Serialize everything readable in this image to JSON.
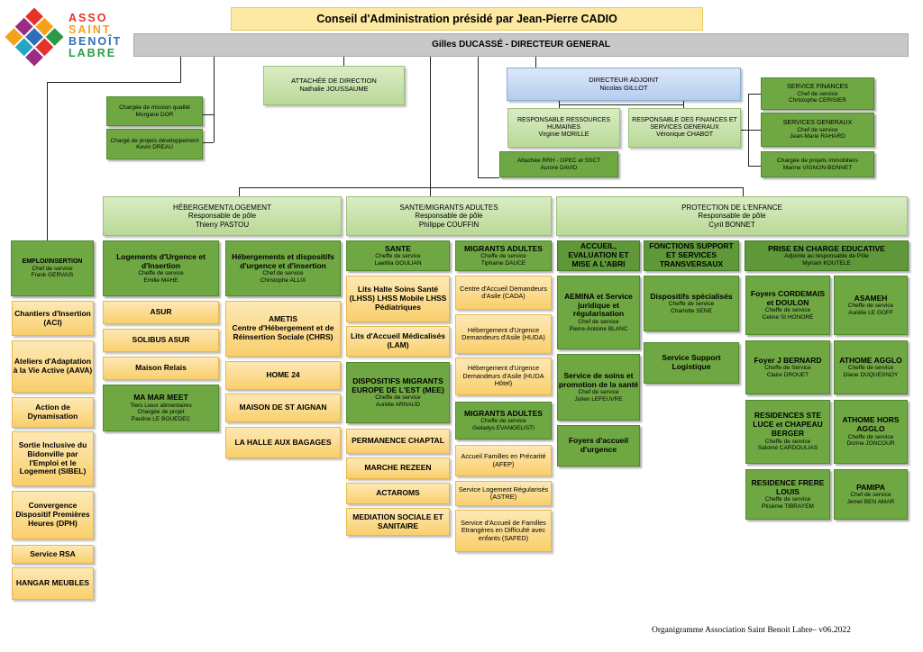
{
  "logo": {
    "line1": "ASSO",
    "line2": "SAINT",
    "line3": "BENOÎT",
    "line4": "LABRE"
  },
  "board": "Conseil d'Administration présidé par Jean-Pierre CADIO",
  "dg": "Gilles DUCASSÉ - DIRECTEUR GENERAL",
  "mission": {
    "title": "Chargée de mission qualité",
    "name": "Morgane DOR"
  },
  "projets": {
    "title": "Chargé de projets développement",
    "name": "Kevin DREAU"
  },
  "attachee": {
    "title": "ATTACHÉE DE DIRECTION",
    "name": "Nathalie JOUSSAUME"
  },
  "adjoint": {
    "title": "DIRECTEUR ADJOINT",
    "name": "Nicolas GILLOT"
  },
  "rrh": {
    "title": "RESPONSABLE RESSOURCES HUMAINES",
    "name": "Virginie MORILLE"
  },
  "rfin": {
    "title": "RESPONSABLE DES FINANCES ET SERVICES GENERAUX",
    "name": "Véronique CHABOT"
  },
  "attrh": {
    "title": "Attachée RRH - GPEC et SSCT",
    "name": "Aurore DAVID"
  },
  "sfin": {
    "title": "SERVICE FINANCES",
    "sub": "Chef de service",
    "name": "Christophe CERISIER"
  },
  "sgen": {
    "title": "SERVICES GENERAUX",
    "sub": "Chef de service",
    "name": "Jean-Marie RAHARD"
  },
  "simmo": {
    "title": "Chargée de projets immobiliers",
    "name": "Marine VIGNON-BONNET"
  },
  "pole1": {
    "title": "HÉBERGEMENT/LOGEMENT",
    "sub": "Responsable de pôle",
    "name": "Thierry PASTOU"
  },
  "pole2": {
    "title": "SANTE/MIGRANTS ADULTES",
    "sub": "Responsable de pôle",
    "name": "Philippe COUFFIN"
  },
  "pole3": {
    "title": "PROTECTION DE L'ENFANCE",
    "sub": "Responsable de pôle",
    "name": "Cyril BONNET"
  },
  "emploi": {
    "title": "EMPLOI/INSERTION",
    "sub": "Chef de service",
    "name": "Frank GERVAIS"
  },
  "emploi_items": [
    "Chantiers d'Insertion (ACI)",
    "Ateliers d'Adaptation à la Vie Active (AAVA)",
    "Action de Dynamisation",
    "Sortie Inclusive du Bidonville par l'Emploi et le Logement (SIBEL)",
    "Convergence Dispositif Premières Heures (DPH)",
    "Service RSA",
    "HANGAR MEUBLES"
  ],
  "lu": {
    "title": "Logements d'Urgence et d'Insertion",
    "sub": "Cheffe de service",
    "name": "Emilie MAHE"
  },
  "lu_items": [
    "ASUR",
    "SOLIBUS ASUR",
    "Maison Relais"
  ],
  "mamar": {
    "title": "MA MAR MEET",
    "sub": "Tiers Lieux alimentaires",
    "sub2": "Chargée de projet",
    "name": "Pauline LE BOUEDEC"
  },
  "heb": {
    "title": "Hébergements et dispositifs d'urgence et d'insertion",
    "sub": "Chef de service",
    "name": "Christophe ALLIX"
  },
  "ametis": {
    "title": "AMETIS",
    "body": "Centre d'Hébergement et de Réinsertion Sociale (CHRS)"
  },
  "heb_items": [
    "HOME 24",
    "MAISON DE ST AIGNAN",
    "LA HALLE AUX BAGAGES"
  ],
  "sante": {
    "title": "SANTE",
    "sub": "Cheffe de service",
    "name": "Laetitia GOULIAN"
  },
  "lhss": "Lits Halte Soins Santé (LHSS) LHSS Mobile LHSS Pédiatriques",
  "lam": "Lits d'Accueil Médicalisés (LAM)",
  "mee": {
    "title": "DISPOSITIFS MIGRANTS EUROPE DE L'EST (MEE)",
    "sub": "Cheffe de service",
    "name": "Aurélie ARNAUD"
  },
  "mee_items": [
    "PERMANENCE CHAPTAL",
    "MARCHE REZEEN",
    "ACTAROMS",
    "MEDIATION SOCIALE ET SANITAIRE"
  ],
  "mig1": {
    "title": "MIGRANTS ADULTES",
    "sub": "Cheffe de service",
    "name": "Tiphaine DAUCE"
  },
  "mig1_items": [
    "Centre d'Accueil Demandeurs d'Asile (CADA)",
    "Hébergement d'Urgence Demandeurs d'Asile (HUDA)",
    "Hébergement d'Urgence Demandeurs d'Asile (HUDA Hôtel)"
  ],
  "mig2": {
    "title": "MIGRANTS ADULTES",
    "sub": "Cheffe de service",
    "name": "Gwladys EVANGELISTI"
  },
  "mig2_items": [
    "Accueil Familles en Précarité (AFEP)",
    "Service Logement Régularisés (ASTRE)",
    "Service d'Accueil de Familles Etrangères en Difficulté avec enfants (SAFED)"
  ],
  "aemo": {
    "title": "ACCUEIL, EVALUATION ET MISE A L'ABRI"
  },
  "aemina": {
    "title": "AEMINA et Service juridique et régularisation",
    "sub": "Chef de service",
    "name": "Pierre-Antoine BLANC"
  },
  "soins": {
    "title": "Service de soins et promotion de la santé",
    "sub": "Chef de service",
    "name": "Julien LEFEUVRE"
  },
  "foyers": "Foyers d'accueil d'urgence",
  "fonctions": {
    "title": "FONCTIONS SUPPORT ET SERVICES TRANSVERSAUX"
  },
  "dspec": {
    "title": "Dispositifs spécialisés",
    "sub": "Cheffe de service",
    "name": "Charlotte SENE"
  },
  "ssl": "Service Support Logistique",
  "pce": {
    "title": "PRISE EN CHARGE EDUCATIVE",
    "sub": "Adjointe au responsable de Pôle",
    "name": "Myriam KOUTELE"
  },
  "cordemais": {
    "title": "Foyers CORDEMAIS et DOULON",
    "sub": "Cheffe de service",
    "name": "Celine St HONORÉ"
  },
  "jbernard": {
    "title": "Foyer J BERNARD",
    "sub": "Cheffe de Service",
    "name": "Claire DROUET"
  },
  "steluce": {
    "title": "RESIDENCES STE LUCE et CHAPEAU BERGER",
    "sub": "Cheffe de service",
    "name": "Salomé CARDOULIAS"
  },
  "frere": {
    "title": "RESIDENCE FRERE LOUIS",
    "sub": "Cheffe de service",
    "name": "Ptisème TIBRAYEM"
  },
  "asameh": {
    "title": "ASAMEH",
    "sub": "Cheffe de service",
    "name": "Aurélie LE GOFF"
  },
  "athome": {
    "title": "ATHOME AGGLO",
    "sub": "Cheffe de service",
    "name": "Diane DUQUESNOY"
  },
  "athomehors": {
    "title": "ATHOME HORS AGGLO",
    "sub": "Cheffe de service",
    "name": "Dorine JONCOUR"
  },
  "pamipa": {
    "title": "PAMIPA",
    "sub": "Chef de service",
    "name": "Jemel BEN AMAR"
  },
  "footer": "Organigramme Association Saint Benoit Labre– v06.2022",
  "colors": {
    "dark_green": "#6fa843",
    "light_green": "#c8e2aa",
    "yellow": "#fbd98a",
    "blue": "#c8daf3",
    "board": "#fde9a2",
    "dg_bar": "#c8c8c8"
  }
}
